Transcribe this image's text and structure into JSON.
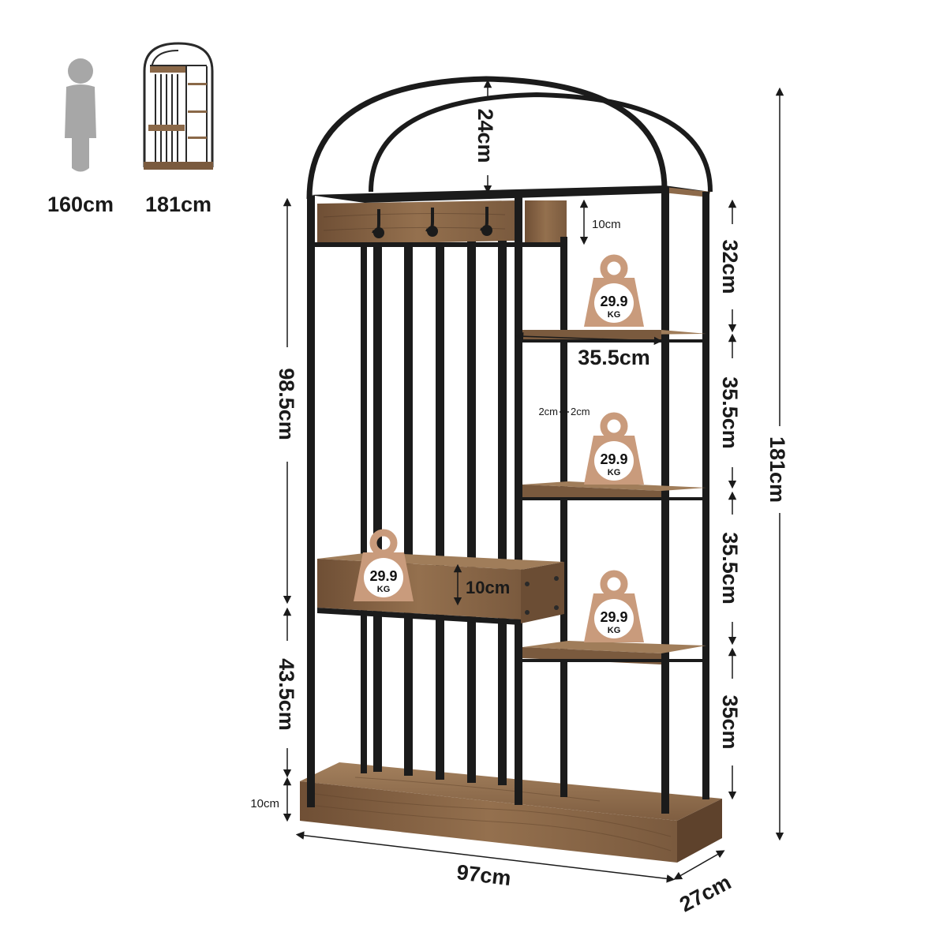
{
  "comparison": {
    "person_height": "160cm",
    "rack_height": "181cm"
  },
  "dimensions": {
    "arch_depth": "24cm",
    "hook_board_height": "10cm",
    "top_gap": "32cm",
    "shelf_width": "35.5cm",
    "gap_2": "35.5cm",
    "gap_3": "35.5cm",
    "bottom_gap": "35cm",
    "post_gap_left": "2cm",
    "post_gap_right": "2cm",
    "total_height": "181cm",
    "left_upper": "98.5cm",
    "left_lower": "43.5cm",
    "base_height": "10cm",
    "bench_box_height": "10cm",
    "width": "97cm",
    "depth": "27cm"
  },
  "weight_badges": [
    {
      "value": "29.9",
      "unit": "KG"
    },
    {
      "value": "29.9",
      "unit": "KG"
    },
    {
      "value": "29.9",
      "unit": "KG"
    },
    {
      "value": "29.9",
      "unit": "KG"
    }
  ],
  "colors": {
    "metal": "#1b1b1b",
    "wood_dark": "#7a5a3e",
    "wood_light": "#9c7754",
    "person": "#a7a7a7",
    "badge": "#c99b7c"
  }
}
